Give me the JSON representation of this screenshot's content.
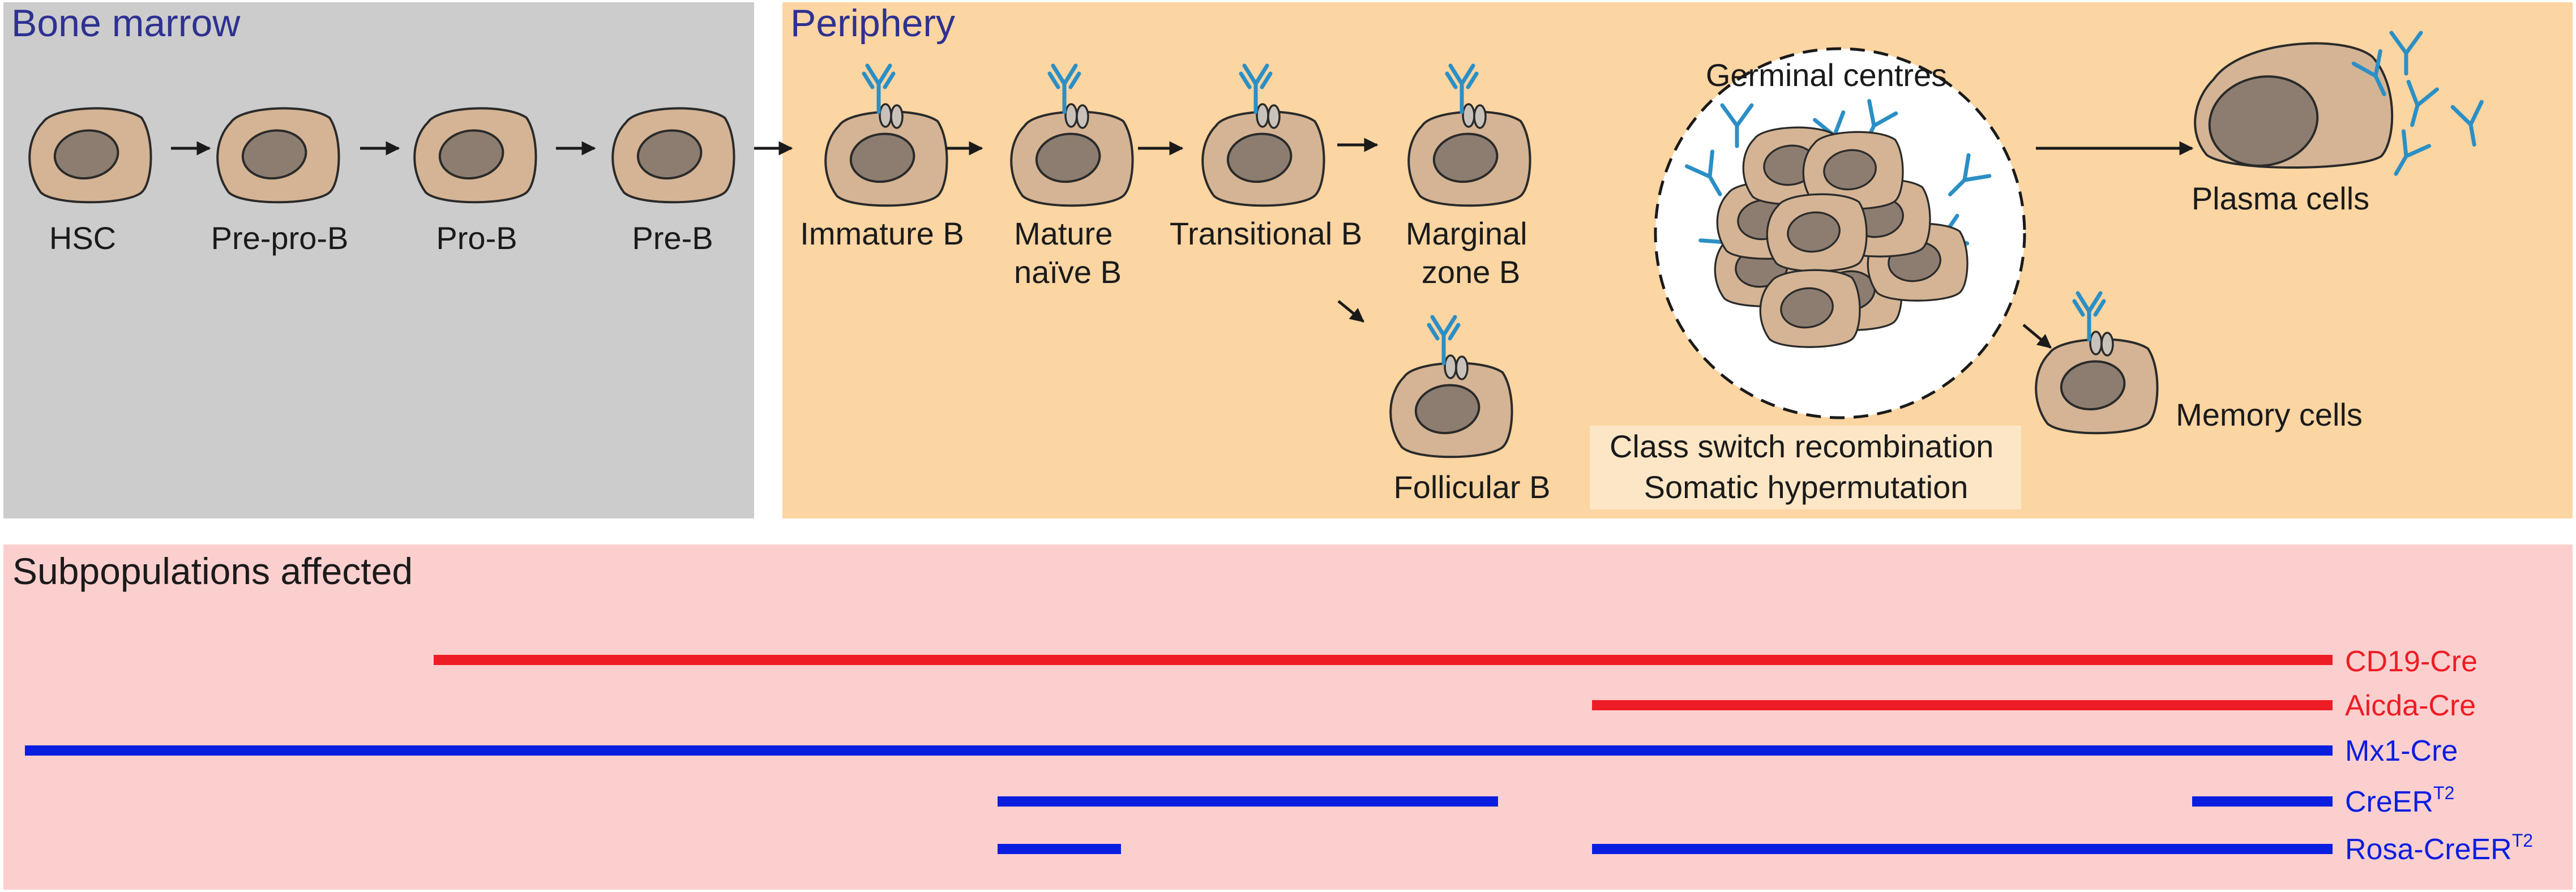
{
  "regions": {
    "bone_marrow": "Bone marrow",
    "periphery": "Periphery"
  },
  "cells": {
    "hsc": "HSC",
    "pre_pro_b": "Pre-pro-B",
    "pro_b": "Pro-B",
    "pre_b": "Pre-B",
    "immature_b": "Immature B",
    "mature_naive_b": [
      "Mature",
      "naïve B"
    ],
    "transitional_b": "Transitional B",
    "marginal_zone_b": [
      "Marginal",
      "zone B"
    ],
    "follicular_b": "Follicular B",
    "germinal_centres": "Germinal centres",
    "gc_processes": [
      "Class switch recombination",
      "Somatic hypermutation"
    ],
    "plasma_cells": "Plasma cells",
    "memory_cells": "Memory cells"
  },
  "subpopulations": {
    "title": "Subpopulations affected",
    "lines": [
      {
        "label": "CD19-Cre",
        "color": "#ee1c24"
      },
      {
        "label": "Aicda-Cre",
        "color": "#ee1c24"
      },
      {
        "label": "Mx1-Cre",
        "color": "#0a1ee0"
      },
      {
        "label": "CreER",
        "superscript": "T2",
        "color": "#0a1ee0"
      },
      {
        "label": "Rosa-CreER",
        "superscript": "T2",
        "color": "#0a1ee0"
      }
    ]
  },
  "colors": {
    "bone_marrow_bg": "#cccccc",
    "periphery_bg": "#fbd5a2",
    "subpopulations_bg": "#fccfcf",
    "region_title": "#2e3192",
    "antibody": "#2b8fc5",
    "cell_body": "#d4b494",
    "nucleus": "#8d7d70"
  }
}
